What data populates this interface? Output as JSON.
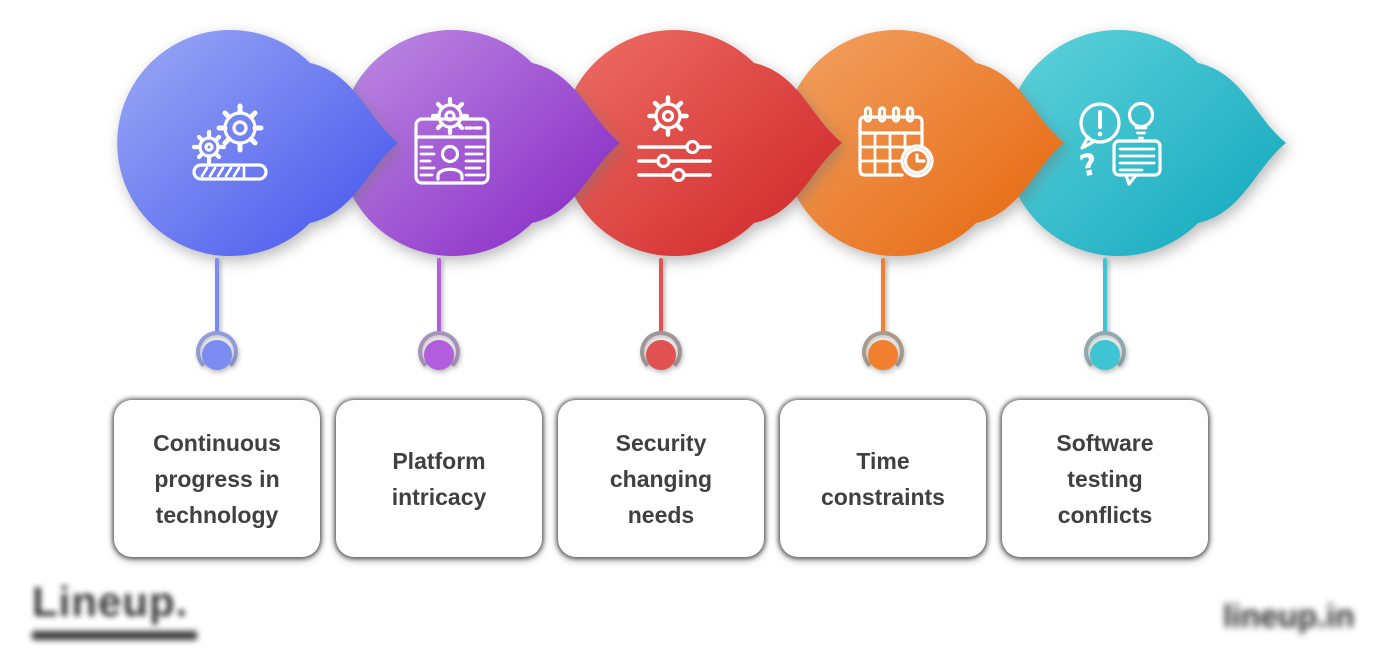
{
  "canvas": {
    "background": "#ffffff"
  },
  "items": [
    {
      "label": "Continuous progress in technology",
      "icon": "gears-progress-icon",
      "colors": {
        "light": "#9BAAF5",
        "dark": "#5463EE",
        "main": "#7A8CF2",
        "arc": "#8F9CD9"
      }
    },
    {
      "label": "Platform intricacy",
      "icon": "platform-window-gear-user-icon",
      "colors": {
        "light": "#BE8DE4",
        "dark": "#9038C9",
        "main": "#B15DDD",
        "arc": "#A893B8"
      }
    },
    {
      "label": "Security changing needs",
      "icon": "gear-sliders-settings-icon",
      "colors": {
        "light": "#EE6F66",
        "dark": "#D43232",
        "main": "#E05252",
        "arc": "#A09598"
      }
    },
    {
      "label": "Time constraints",
      "icon": "calendar-clock-icon",
      "colors": {
        "light": "#F2A263",
        "dark": "#E8711C",
        "main": "#F08030",
        "arc": "#A89A8C"
      }
    },
    {
      "label": "Software testing conflicts",
      "icon": "question-idea-chat-icon",
      "colors": {
        "light": "#60D3DB",
        "dark": "#1FAFC3",
        "main": "#3EC4D2",
        "arc": "#8FA9AD"
      }
    }
  ],
  "text_color": "#404040",
  "watermarks": {
    "left": {
      "text": "Lineup."
    },
    "right": {
      "text": "lineup.in"
    }
  }
}
